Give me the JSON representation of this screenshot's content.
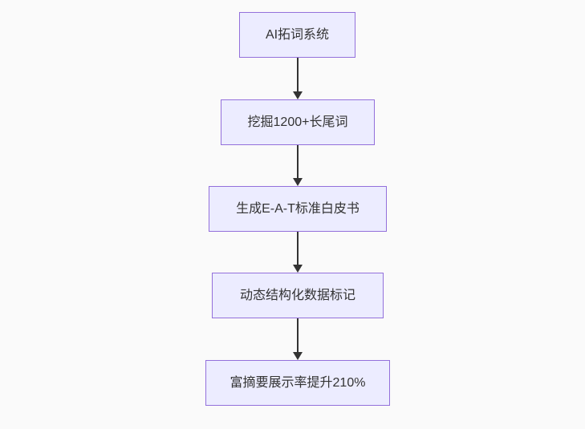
{
  "page": {
    "background": "#fafafa"
  },
  "diagram": {
    "type": "flowchart",
    "direction": "top-down",
    "colors": {
      "node_fill": "#ECECFF",
      "node_border": "#9370DB",
      "edge": "#333333",
      "text": "#333333"
    },
    "nodes": [
      {
        "id": "A",
        "label": "AI拓词系统"
      },
      {
        "id": "B",
        "label": "挖掘1200+长尾词"
      },
      {
        "id": "C",
        "label": "生成E-A-T标准白皮书"
      },
      {
        "id": "D",
        "label": "动态结构化数据标记"
      },
      {
        "id": "E",
        "label": "富摘要展示率提升210%"
      }
    ],
    "edges": [
      {
        "from": "A",
        "to": "B"
      },
      {
        "from": "B",
        "to": "C"
      },
      {
        "from": "C",
        "to": "D"
      },
      {
        "from": "D",
        "to": "E"
      }
    ]
  }
}
